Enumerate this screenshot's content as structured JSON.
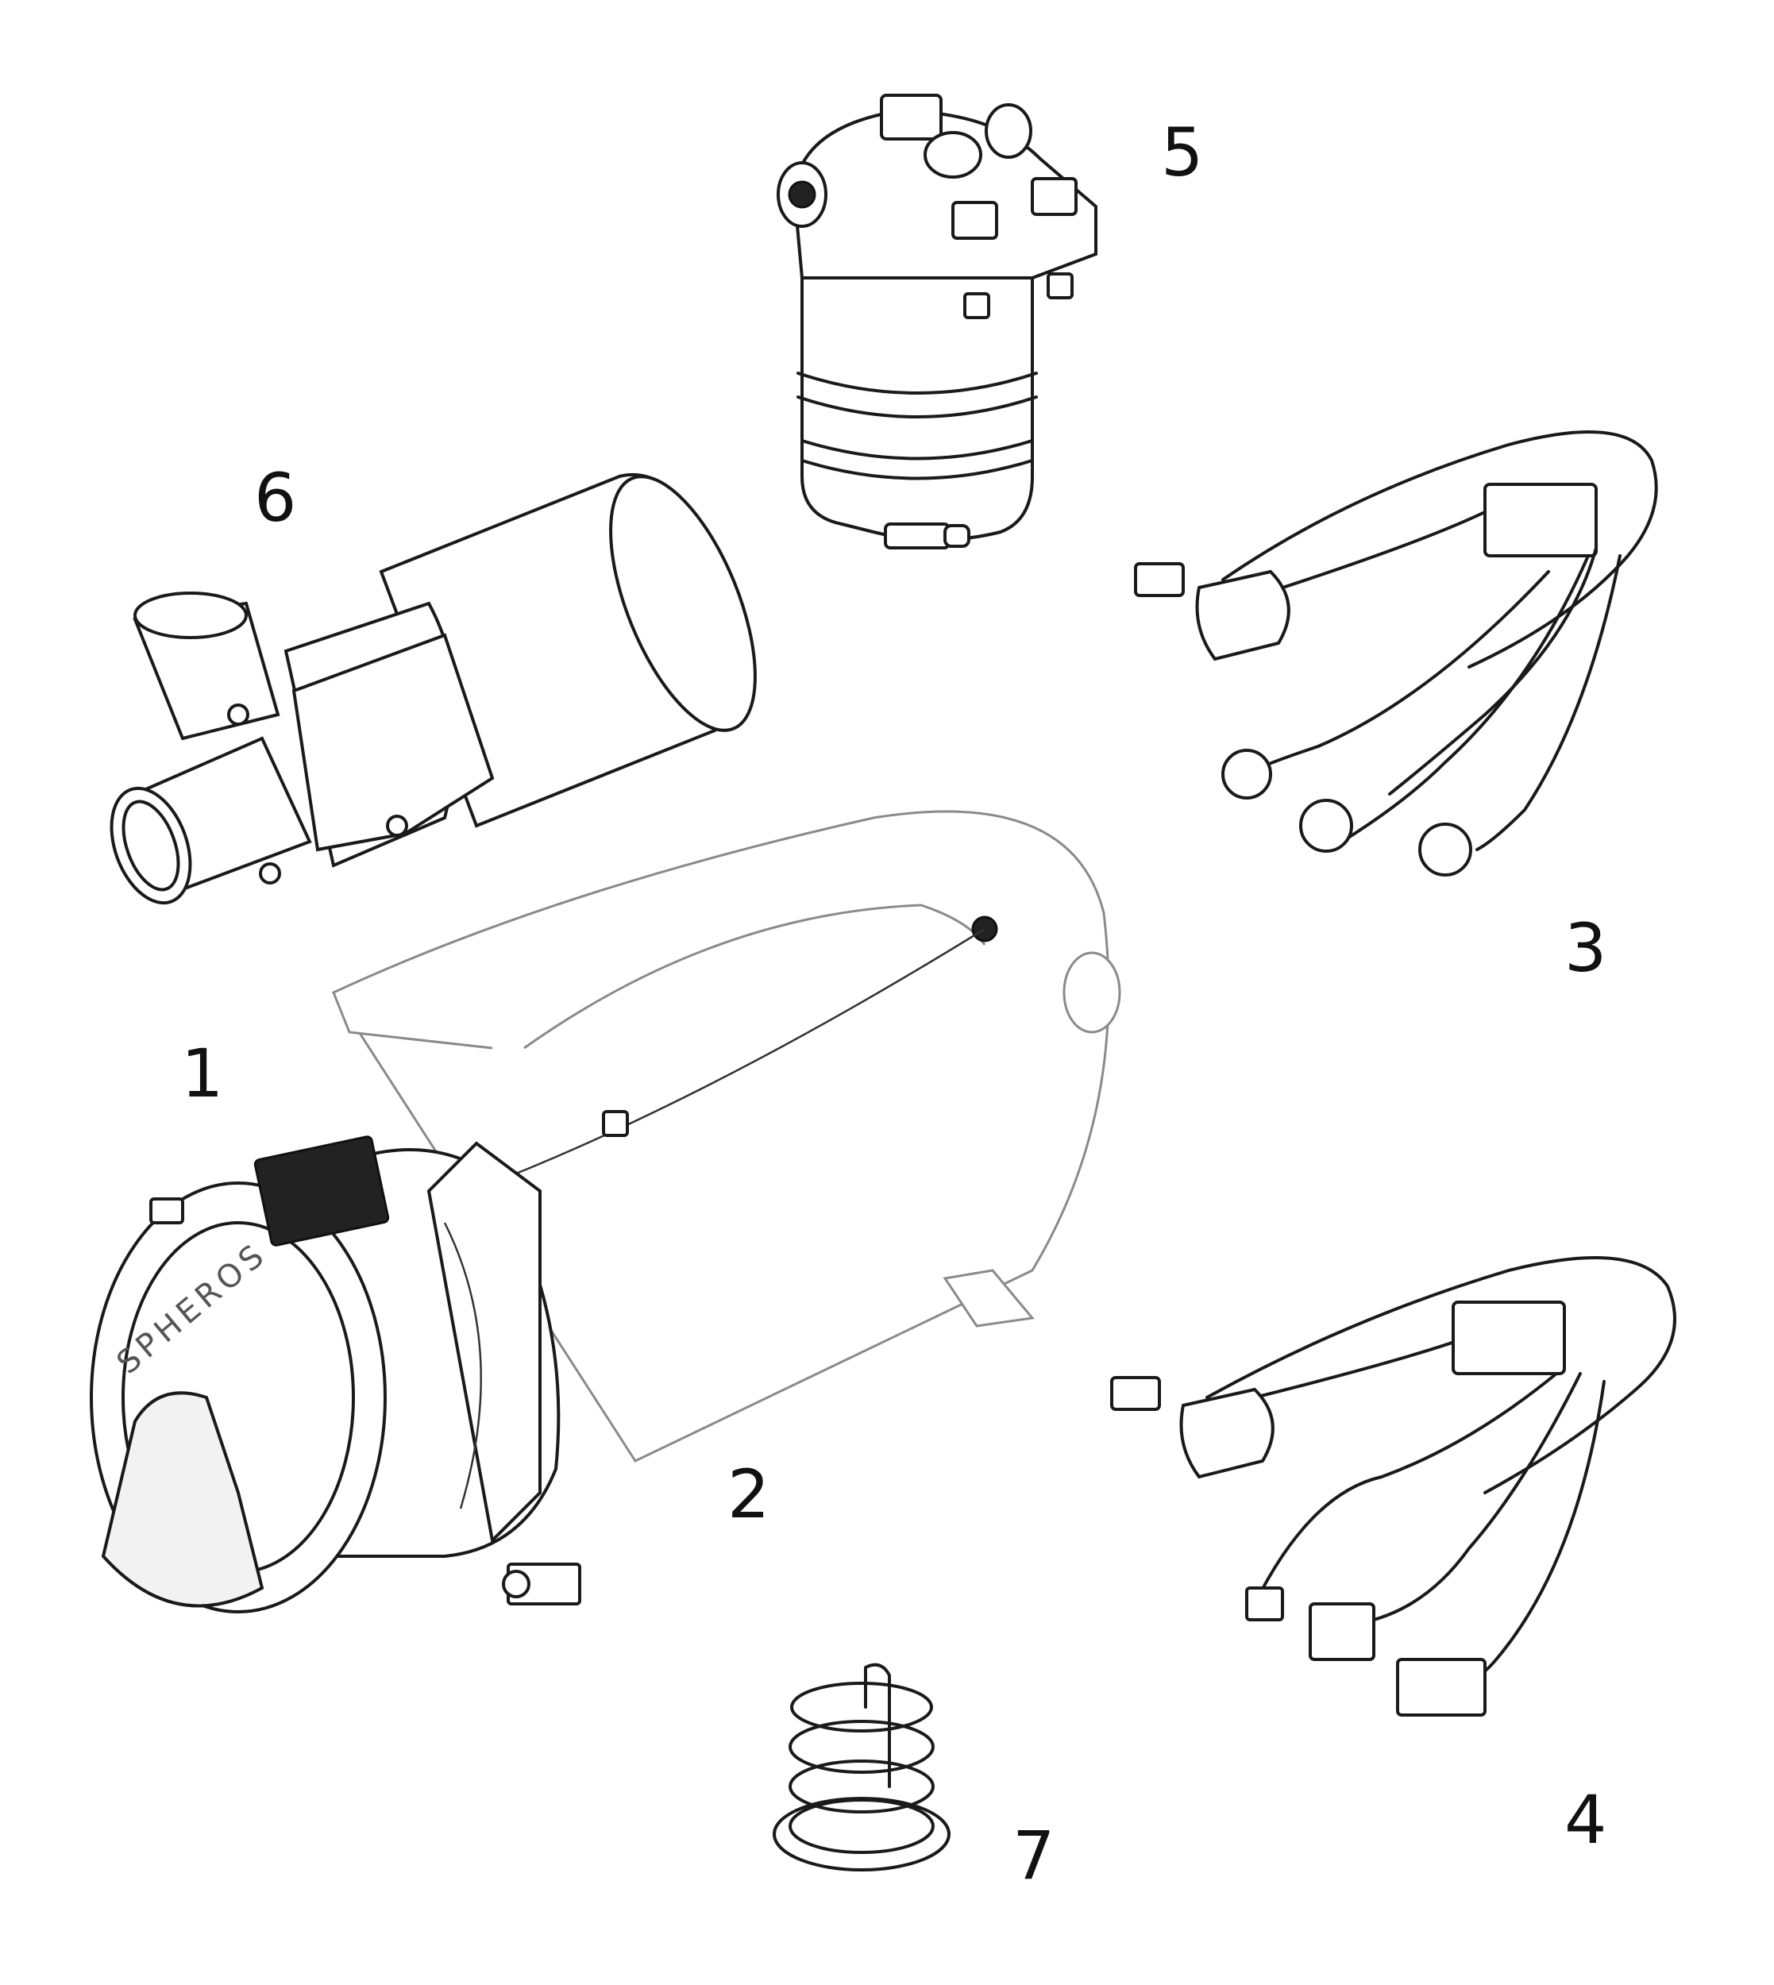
{
  "diagram": {
    "parts": [
      {
        "number": "1",
        "name": "heater-unit"
      },
      {
        "number": "2",
        "name": "heat-exchanger-body"
      },
      {
        "number": "3",
        "name": "wiring-harness-a"
      },
      {
        "number": "4",
        "name": "wiring-harness-b"
      },
      {
        "number": "5",
        "name": "fuel-filter"
      },
      {
        "number": "6",
        "name": "circulation-pump"
      },
      {
        "number": "7",
        "name": "spring-clip"
      }
    ],
    "logo_text": "SPHEROS"
  }
}
